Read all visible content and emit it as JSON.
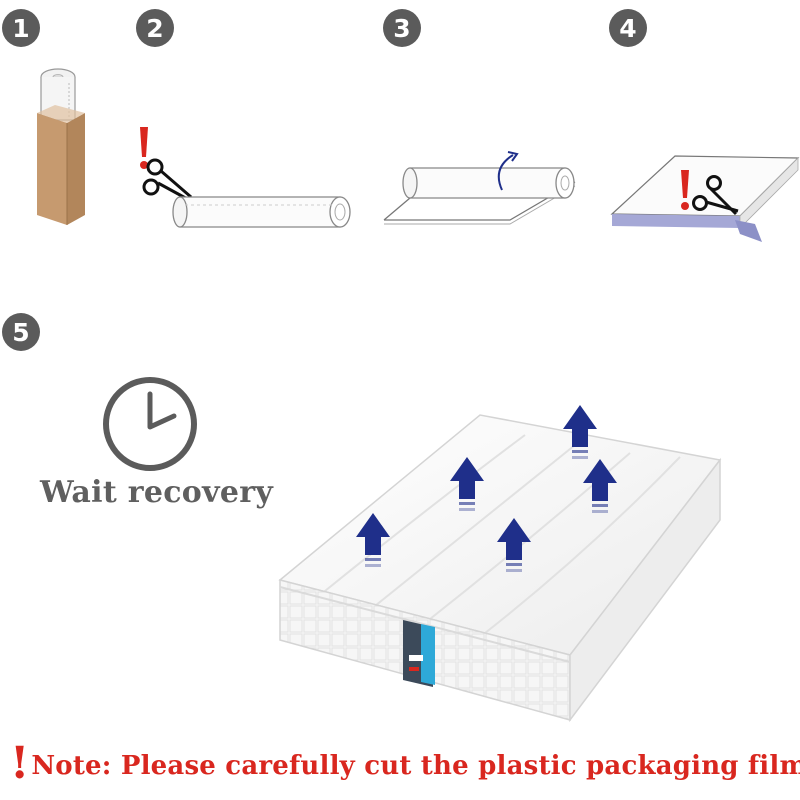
{
  "steps": [
    {
      "number": "1",
      "icon": "rolled-mattress-box-icon"
    },
    {
      "number": "2",
      "icon": "cut-roll-wrap-icon"
    },
    {
      "number": "3",
      "icon": "unroll-mattress-icon"
    },
    {
      "number": "4",
      "icon": "cut-flat-wrap-icon"
    },
    {
      "number": "5",
      "icon": "expanding-mattress-icon"
    }
  ],
  "wait": {
    "label": "Wait recovery",
    "icon": "clock-icon"
  },
  "note": {
    "mark": "!",
    "text": "Note: Please carefully cut the plastic packaging film"
  },
  "colors": {
    "badge": "#5b5b5b",
    "warning": "#d9271f",
    "arrow": "#1f2f8a",
    "box": "#c79a70"
  }
}
